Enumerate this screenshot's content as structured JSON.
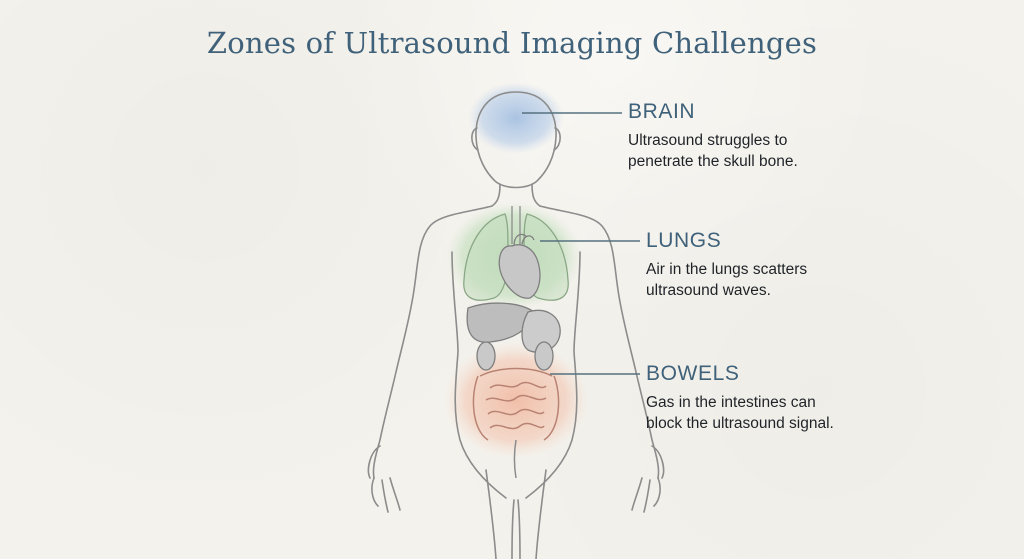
{
  "title": "Zones of Ultrasound Imaging Challenges",
  "colors": {
    "accent": "#3f6179",
    "brain_zone": "#a9c3e3",
    "lung_zone": "#b5d8b0",
    "bowel_zone": "#f1b49a",
    "outline": "#8a8a8a"
  },
  "callouts": [
    {
      "id": "brain",
      "heading": "BRAIN",
      "text": "Ultrasound struggles to\npenetrate the skull bone."
    },
    {
      "id": "lungs",
      "heading": "LUNGS",
      "text": "Air in the lungs scatters\nultrasound waves."
    },
    {
      "id": "bowels",
      "heading": "BOWELS",
      "text": "Gas in the intestines can\nblock the ultrasound signal."
    }
  ]
}
